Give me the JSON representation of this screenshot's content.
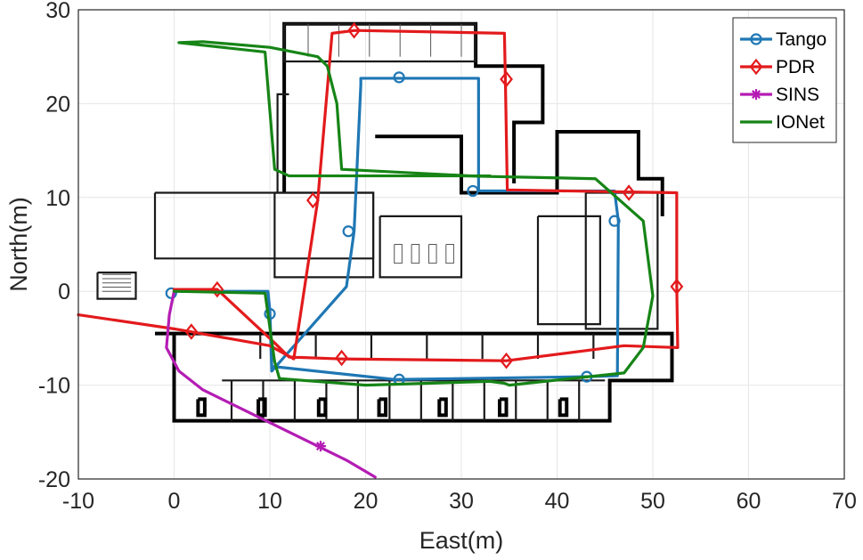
{
  "chart_data": {
    "type": "line",
    "title": "",
    "xlabel": "East(m)",
    "ylabel": "North(m)",
    "xlim": [
      -10,
      70
    ],
    "ylim": [
      -20,
      30
    ],
    "xticks": [
      -10,
      0,
      10,
      20,
      30,
      40,
      50,
      60,
      70
    ],
    "yticks": [
      -20,
      -10,
      0,
      10,
      20,
      30
    ],
    "grid": true,
    "legend_position": "top-right",
    "background": "floor plan of building",
    "series": [
      {
        "name": "Tango",
        "color": "#1f77b4",
        "marker": "circle",
        "x": [
          0,
          9.8,
          10,
          10.2,
          18.0,
          18.8,
          19.5,
          19.5,
          31.8,
          31.8,
          46.0,
          46.4,
          46.3,
          43.0,
          23.0,
          10.2,
          10.0,
          9.8,
          0
        ],
        "y": [
          0,
          0,
          -2.5,
          -8.5,
          0.5,
          6.4,
          22.0,
          22.7,
          22.7,
          10.7,
          10.7,
          7.5,
          -9.0,
          -9.1,
          -9.4,
          -8.0,
          -2.0,
          0,
          0
        ],
        "markers_x": [
          23.5,
          31.2,
          18.2,
          46.0,
          10.0,
          -0.3,
          43.1,
          23.5
        ],
        "markers_y": [
          22.8,
          10.7,
          6.4,
          7.5,
          -2.4,
          -0.2,
          -9.1,
          -9.4
        ]
      },
      {
        "name": "PDR",
        "color": "#e31a1c",
        "marker": "diamond",
        "x": [
          -10,
          0,
          10,
          12.5,
          15.0,
          16.5,
          18.9,
          34.5,
          34.6,
          34.8,
          52.5,
          52.5,
          52.6,
          47.0,
          34.7,
          17.2,
          12.0,
          10.5,
          4.5,
          0
        ],
        "y": [
          -2.5,
          -4.0,
          -5.8,
          -7.2,
          9.7,
          27.5,
          27.8,
          27.5,
          22.6,
          10.8,
          10.5,
          0.5,
          -6.0,
          -5.8,
          -7.4,
          -7.2,
          -7.0,
          -5.5,
          0.2,
          0.2
        ],
        "markers_x": [
          18.8,
          34.7,
          14.5,
          47.5,
          52.5,
          4.5,
          1.8,
          17.5,
          34.7
        ],
        "markers_y": [
          27.8,
          22.6,
          9.7,
          10.5,
          0.5,
          0.2,
          -4.3,
          -7.1,
          -7.4
        ]
      },
      {
        "name": "SINS",
        "color": "#b41cb4",
        "marker": "asterisk",
        "x": [
          0,
          -0.5,
          -0.8,
          0.5,
          3.0,
          8.0,
          15.0,
          18.0,
          21.0
        ],
        "y": [
          0,
          -2.5,
          -6.0,
          -8.5,
          -10.5,
          -13.0,
          -16.5,
          -18.0,
          -19.8
        ],
        "markers_x": [
          15.3
        ],
        "markers_y": [
          -16.5
        ]
      },
      {
        "name": "IONet",
        "color": "#168416",
        "marker": "none",
        "x": [
          0,
          9.5,
          10.5,
          11.0,
          20.0,
          33.0,
          34.5,
          34.5,
          35.0,
          47.0,
          49.0,
          50.0,
          49.0,
          44.0,
          30.0,
          12.0,
          10.5,
          9.5,
          0.5,
          3.0,
          10.0,
          15.0,
          16.0,
          17.0,
          17.5,
          31.0,
          32.0,
          33.0
        ],
        "y": [
          0,
          -0.2,
          -7.5,
          -9.3,
          -10.0,
          -9.6,
          -9.8,
          -9.8,
          -10.0,
          -8.7,
          -6.0,
          -0.5,
          7.5,
          12.0,
          12.3,
          12.3,
          13.0,
          25.5,
          26.5,
          26.6,
          26.0,
          25.0,
          24.0,
          20.0,
          13.0,
          12.3,
          12.3,
          12.3
        ],
        "markers_x": [],
        "markers_y": []
      }
    ]
  }
}
